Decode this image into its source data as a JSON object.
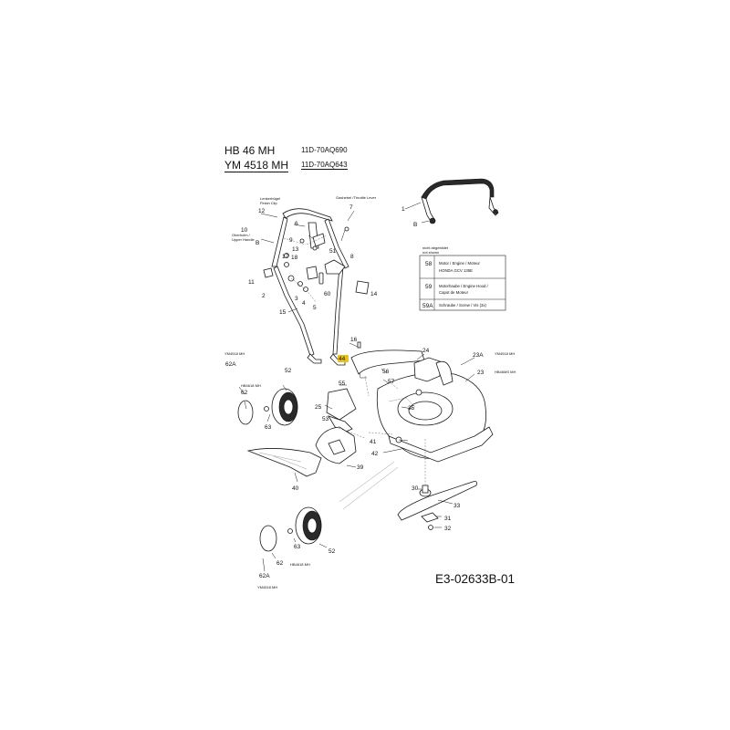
{
  "models": [
    {
      "name": "HB 46 MH",
      "code": "11D-70AQ690"
    },
    {
      "name": "YM 4518 MH",
      "code": "11D-70AQ643"
    }
  ],
  "doc_code": "E3-02633B-01",
  "callouts": {
    "handle_clip": {
      "line1": "Lenkerbügel",
      "line2": "Finish Clip"
    },
    "throttle_lever": "Gashebel /Throttle Lever",
    "upper_handle": {
      "line1": "Oberholm /",
      "line2": "Upper Handle"
    },
    "not_shown": {
      "line1": "nicht abgebildet",
      "line2": "not shown"
    },
    "ym_a": "YM4518 MH",
    "ym_b": "YM4518 MH",
    "ym_c": "YM4518 MH",
    "hb_a": "HB4618 MH",
    "hb_b": "HB4618 MH",
    "hb_c": "HB46MS MH"
  },
  "legend": [
    {
      "ref": "58",
      "line1": "Motor / Engine / Moteur",
      "line2": "HONDA GCV 135E"
    },
    {
      "ref": "59",
      "line1": "Motorhaube / Engine Hood /",
      "line2": "Capot de Moteur"
    },
    {
      "ref": "59A",
      "line1": "Schraube / Screw / Vis (3x)",
      "line2": ""
    }
  ],
  "part_numbers": [
    "1",
    "B",
    "12",
    "7",
    "6",
    "10",
    "B",
    "9",
    "13",
    "51",
    "8",
    "17",
    "18",
    "11",
    "2",
    "3",
    "4",
    "5",
    "60",
    "14",
    "15",
    "16",
    "44",
    "56",
    "57",
    "55",
    "25",
    "53",
    "24",
    "23A",
    "23",
    "35",
    "62A",
    "62",
    "52",
    "63",
    "41",
    "42",
    "39",
    "40",
    "30",
    "33",
    "31",
    "32",
    "52",
    "63",
    "62",
    "62A"
  ],
  "highlight_color": "#e8c21a"
}
